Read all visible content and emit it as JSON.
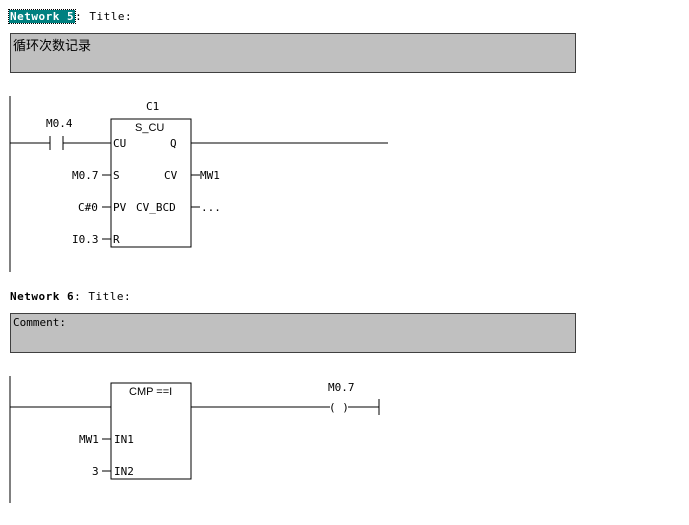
{
  "network5": {
    "title_prefix": "Network 5",
    "title_suffix": ": Title:",
    "comment": "循环次数记录",
    "block_name": "C1",
    "block_type": "S_CU",
    "contact": "M0.4",
    "pins": {
      "cu": "CU",
      "q": "Q",
      "s": "S",
      "cv": "CV",
      "pv": "PV",
      "cv_bcd": "CV_BCD",
      "r": "R"
    },
    "s_input": "M0.7",
    "pv_input": "C#0",
    "r_input": "I0.3",
    "cv_output": "MW1",
    "cv_bcd_output": "..."
  },
  "network6": {
    "title_prefix": "Network 6",
    "title_suffix": ": Title:",
    "comment": "Comment:",
    "block_type": "CMP ==I",
    "pins": {
      "in1": "IN1",
      "in2": "IN2"
    },
    "in1_input": "MW1",
    "in2_input": "3",
    "coil": "M0.7",
    "coil_symbol": "( )"
  }
}
